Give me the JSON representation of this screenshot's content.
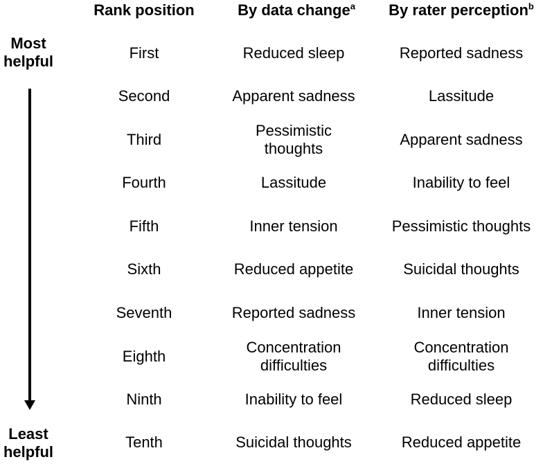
{
  "headers": {
    "rank": "Rank position",
    "data_change": "By data change",
    "data_change_note": "a",
    "rater": "By rater perception",
    "rater_note": "b"
  },
  "labels": {
    "most_line1": "Most",
    "most_line2": "helpful",
    "least_line1": "Least",
    "least_line2": "helpful"
  },
  "rows": [
    {
      "rank": "First",
      "data": "Reduced sleep",
      "rater": "Reported sadness"
    },
    {
      "rank": "Second",
      "data": "Apparent sadness",
      "rater": "Lassitude"
    },
    {
      "rank": "Third",
      "data_line1": "Pessimistic",
      "data_line2": "thoughts",
      "rater": "Apparent sadness"
    },
    {
      "rank": "Fourth",
      "data": "Lassitude",
      "rater": "Inability to feel"
    },
    {
      "rank": "Fifth",
      "data": "Inner tension",
      "rater": "Pessimistic thoughts"
    },
    {
      "rank": "Sixth",
      "data": "Reduced appetite",
      "rater": "Suicidal thoughts"
    },
    {
      "rank": "Seventh",
      "data": "Reported sadness",
      "rater": "Inner tension"
    },
    {
      "rank": "Eighth",
      "data_line1": "Concentration",
      "data_line2": "difficulties",
      "rater_line1": "Concentration",
      "rater_line2": "difficulties"
    },
    {
      "rank": "Ninth",
      "data": "Inability to feel",
      "rater": "Reduced sleep"
    },
    {
      "rank": "Tenth",
      "data": "Suicidal thoughts",
      "rater": "Reduced appetite"
    }
  ]
}
